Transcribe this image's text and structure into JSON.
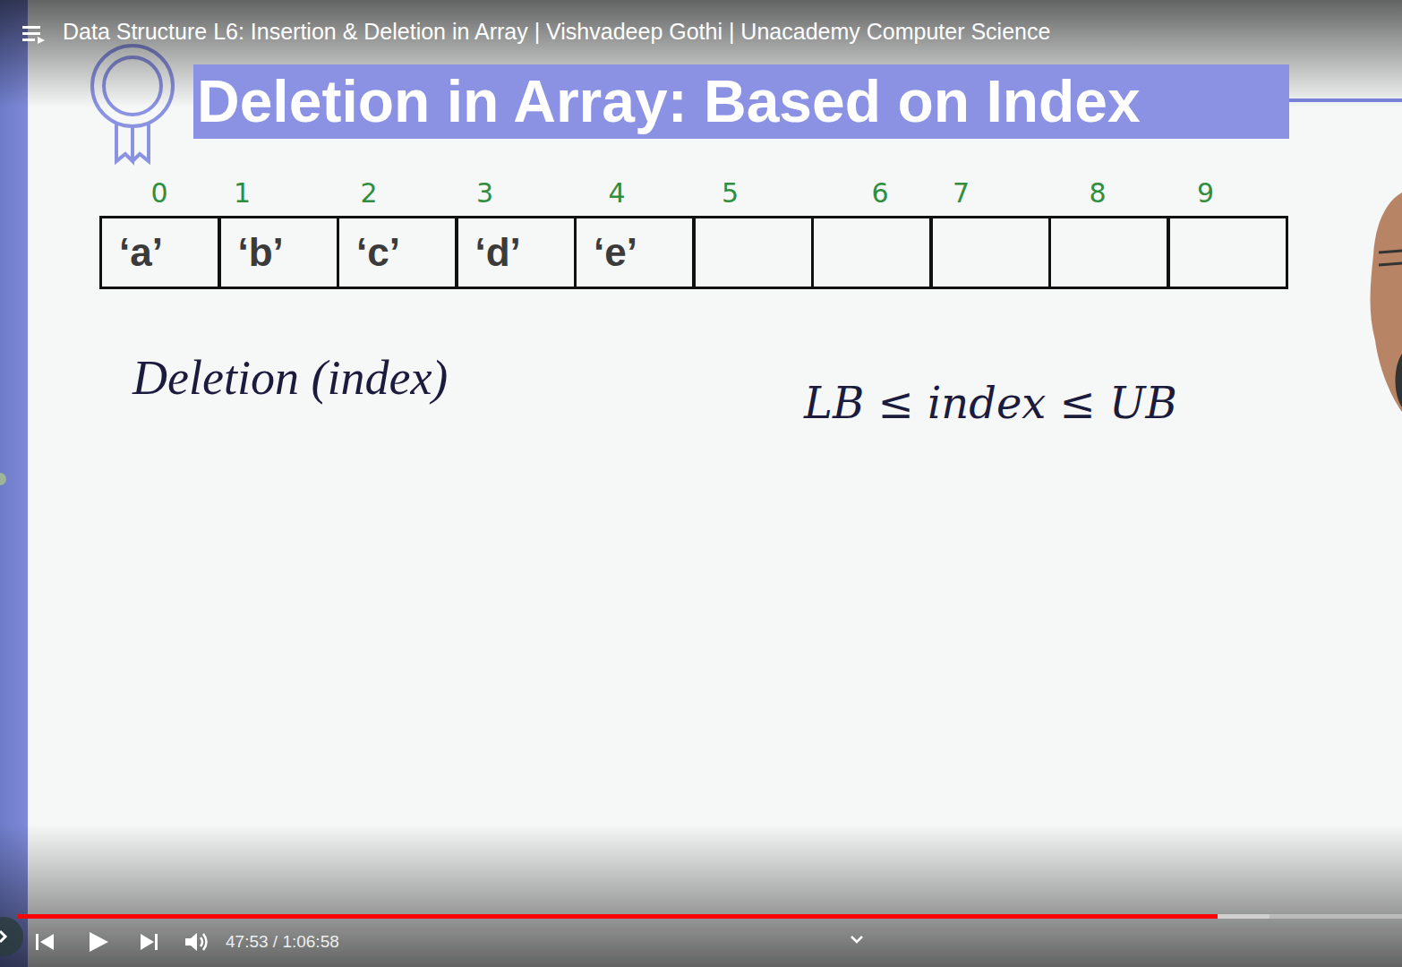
{
  "diagram": {
    "title": "Deletion in Array: Based on Index",
    "nodes": [
      {
        "text": [
          "0",
          "‘a’"
        ]
      },
      {
        "text": [
          "1",
          "‘b’"
        ]
      },
      {
        "text": [
          "2",
          "‘c’"
        ]
      },
      {
        "text": [
          "3",
          "‘d’"
        ]
      },
      {
        "text": [
          "4",
          "‘e’"
        ]
      },
      {
        "text": [
          "5"
        ]
      },
      {
        "text": [
          "6"
        ]
      },
      {
        "text": [
          "7"
        ]
      },
      {
        "text": [
          "8"
        ]
      },
      {
        "text": [
          "9"
        ]
      }
    ],
    "labels": [
      "Data Structure L6: Insertion & Deletion in Array | Vishvadeep Gothi | Unacademy Computer Science",
      "Deletion (index)",
      "LB ≤ index ≤ UB",
      "47:53 / 1:06:58"
    ]
  }
}
